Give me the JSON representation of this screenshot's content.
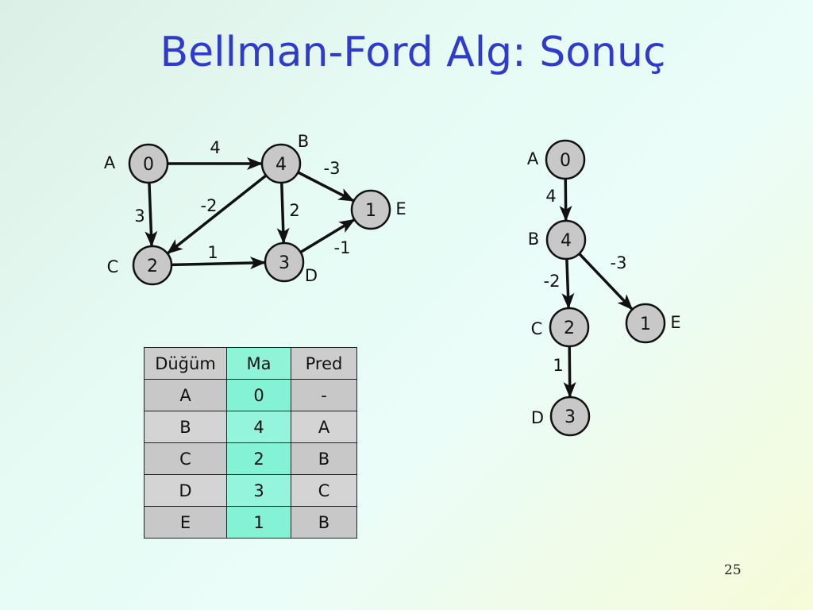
{
  "slide": {
    "title": "Bellman-Ford Alg: Sonuç",
    "page_number": "25"
  },
  "graph_left": {
    "nodes": [
      {
        "id": "A",
        "label": "A",
        "value": "0"
      },
      {
        "id": "B",
        "label": "B",
        "value": "4"
      },
      {
        "id": "C",
        "label": "C",
        "value": "2"
      },
      {
        "id": "D",
        "label": "D",
        "value": "3"
      },
      {
        "id": "E",
        "label": "E",
        "value": "1"
      }
    ],
    "edges": [
      {
        "from": "A",
        "to": "B",
        "weight": "4"
      },
      {
        "from": "A",
        "to": "C",
        "weight": "3"
      },
      {
        "from": "B",
        "to": "C",
        "weight": "-2"
      },
      {
        "from": "B",
        "to": "D",
        "weight": "2"
      },
      {
        "from": "B",
        "to": "E",
        "weight": "-3"
      },
      {
        "from": "C",
        "to": "D",
        "weight": "1"
      },
      {
        "from": "D",
        "to": "E",
        "weight": "-1"
      }
    ]
  },
  "graph_right": {
    "nodes": [
      {
        "id": "A",
        "label": "A",
        "value": "0"
      },
      {
        "id": "B",
        "label": "B",
        "value": "4"
      },
      {
        "id": "C",
        "label": "C",
        "value": "2"
      },
      {
        "id": "D",
        "label": "D",
        "value": "3"
      },
      {
        "id": "E",
        "label": "E",
        "value": "1"
      }
    ],
    "edges": [
      {
        "from": "A",
        "to": "B",
        "weight": "4"
      },
      {
        "from": "B",
        "to": "C",
        "weight": "-2"
      },
      {
        "from": "B",
        "to": "E",
        "weight": "-3"
      },
      {
        "from": "C",
        "to": "D",
        "weight": "1"
      }
    ]
  },
  "table": {
    "headers": [
      "Düğüm",
      "Ma",
      "Pred"
    ],
    "rows": [
      [
        "A",
        "0",
        "-"
      ],
      [
        "B",
        "4",
        "A"
      ],
      [
        "C",
        "2",
        "B"
      ],
      [
        "D",
        "3",
        "C"
      ],
      [
        "E",
        "1",
        "B"
      ]
    ]
  },
  "colors": {
    "title": "#2f3bcc",
    "node_fill": "#c8c8c8",
    "node_stroke": "#111111",
    "edge": "#111111",
    "highlight_column": "#84f2d4"
  }
}
